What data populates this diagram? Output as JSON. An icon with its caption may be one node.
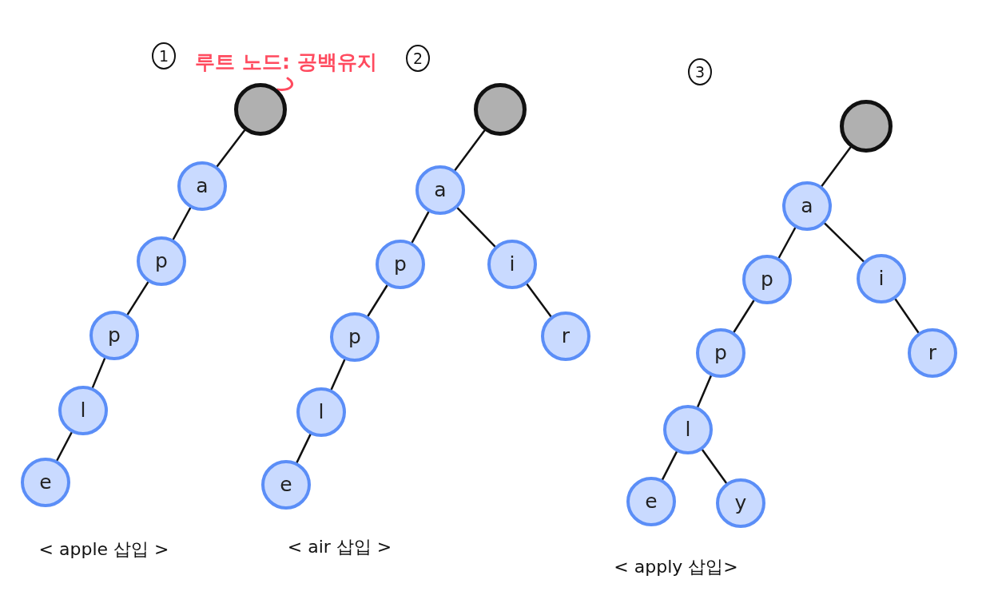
{
  "diagram": {
    "nodes": [
      {
        "text": [
          "1"
        ]
      },
      {
        "text": [
          "루트 노드: 공백유지"
        ]
      },
      {
        "text": [
          "2"
        ]
      },
      {
        "text": [
          "3"
        ]
      },
      {
        "text": [],
        "shape": "circle"
      },
      {
        "text": [
          "a"
        ]
      },
      {
        "text": [
          "p"
        ]
      },
      {
        "text": [
          "p"
        ]
      },
      {
        "text": [
          "l"
        ]
      },
      {
        "text": [
          "e"
        ]
      },
      {
        "text": [],
        "shape": "circle"
      },
      {
        "text": [
          "a"
        ]
      },
      {
        "text": [
          "p"
        ]
      },
      {
        "text": [
          "i"
        ]
      },
      {
        "text": [
          "p"
        ]
      },
      {
        "text": [
          "r"
        ]
      },
      {
        "text": [
          "l"
        ]
      },
      {
        "text": [
          "e"
        ]
      },
      {
        "text": [],
        "shape": "circle"
      },
      {
        "text": [
          "a"
        ]
      },
      {
        "text": [
          "p"
        ]
      },
      {
        "text": [
          "i"
        ]
      },
      {
        "text": [
          "p"
        ]
      },
      {
        "text": [
          "r"
        ]
      },
      {
        "text": [
          "l"
        ]
      },
      {
        "text": [
          "e"
        ]
      },
      {
        "text": [
          "y"
        ]
      }
    ],
    "edges": [
      {
        "from": 1,
        "to": 4,
        "arrow": "none",
        "color": "#ff4b5f"
      },
      {
        "from": 4,
        "to": 5,
        "arrow": "none"
      },
      {
        "from": 5,
        "to": 6,
        "arrow": "none"
      },
      {
        "from": 6,
        "to": 7,
        "arrow": "none"
      },
      {
        "from": 7,
        "to": 8,
        "arrow": "none"
      },
      {
        "from": 8,
        "to": 9,
        "arrow": "none"
      },
      {
        "from": 10,
        "to": 11,
        "arrow": "none"
      },
      {
        "from": 11,
        "to": 12,
        "arrow": "none"
      },
      {
        "from": 11,
        "to": 13,
        "arrow": "none"
      },
      {
        "from": 12,
        "to": 14,
        "arrow": "none"
      },
      {
        "from": 13,
        "to": 15,
        "arrow": "none"
      },
      {
        "from": 14,
        "to": 16,
        "arrow": "none"
      },
      {
        "from": 16,
        "to": 17,
        "arrow": "none"
      },
      {
        "from": 18,
        "to": 19,
        "arrow": "none"
      },
      {
        "from": 19,
        "to": 20,
        "arrow": "none"
      },
      {
        "from": 19,
        "to": 21,
        "arrow": "none"
      },
      {
        "from": 20,
        "to": 22,
        "arrow": "none"
      },
      {
        "from": 21,
        "to": 23,
        "arrow": "none"
      },
      {
        "from": 22,
        "to": 24,
        "arrow": "none"
      },
      {
        "from": 24,
        "to": 25,
        "arrow": "none"
      },
      {
        "from": 24,
        "to": 26,
        "arrow": "none"
      }
    ],
    "labels": [
      "< apple 삽입 >",
      "< air 삽입 >",
      "< apply 삽입>"
    ]
  }
}
